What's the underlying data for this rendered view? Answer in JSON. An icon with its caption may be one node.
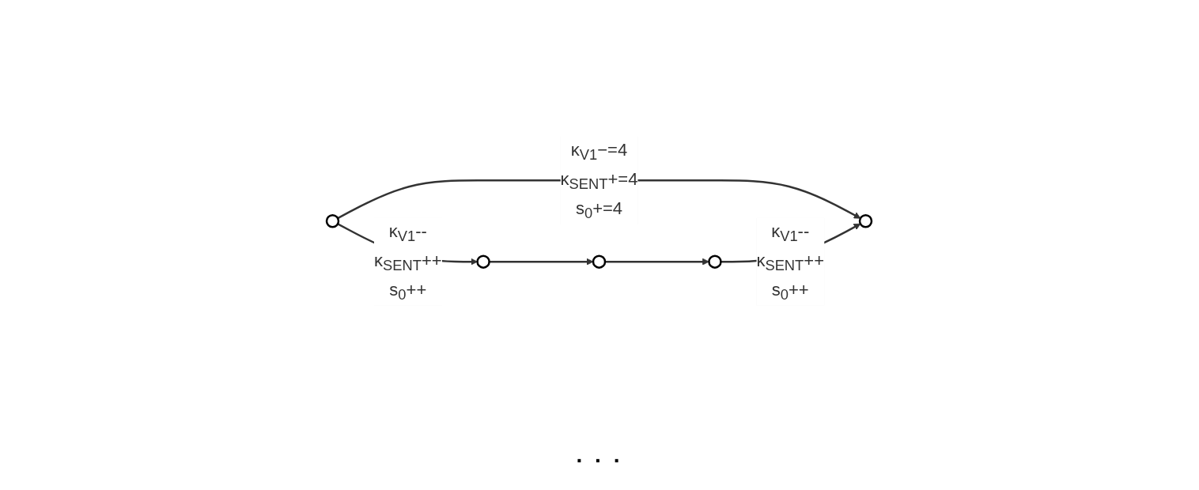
{
  "diagram": {
    "nodes": [
      {
        "text": [],
        "shape": "circle"
      },
      {
        "text": [],
        "shape": "circle"
      },
      {
        "text": [],
        "shape": "circle"
      },
      {
        "text": [],
        "shape": "circle"
      },
      {
        "text": [],
        "shape": "circle"
      }
    ],
    "edges": [
      {
        "from": 0,
        "to": 4,
        "arrow": "to",
        "label": "κ$_{V1}$−=4 κ$_{SENT}$+=4 s$_{0}$+=4"
      },
      {
        "from": 0,
        "to": 1,
        "arrow": "to",
        "label": "κ$_{V1}$-- κ$_{SENT}$++ s$_{0}$++"
      },
      {
        "from": 1,
        "to": 2,
        "arrow": "to"
      },
      {
        "from": 2,
        "to": 3,
        "arrow": "to"
      },
      {
        "from": 3,
        "to": 4,
        "arrow": "to",
        "label": "κ$_{V1}$-- κ$_{SENT}$++ s$_{0}$++"
      }
    ],
    "labels": [
      ". . ."
    ]
  }
}
